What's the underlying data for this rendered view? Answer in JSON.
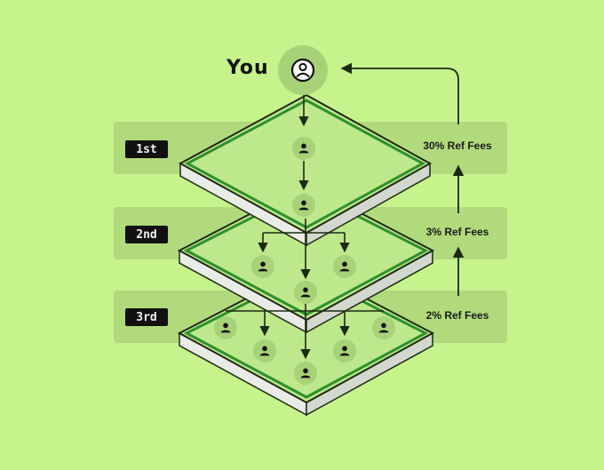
{
  "top_user": {
    "label": "You",
    "icon": "user-icon"
  },
  "tiers": [
    {
      "level": "1st",
      "fee": "30% Ref Fees"
    },
    {
      "level": "2nd",
      "fee": "3% Ref Fees"
    },
    {
      "level": "3rd",
      "fee": "2% Ref Fees"
    }
  ],
  "colors": {
    "background": "#c6f38c",
    "band": "#b1da7c",
    "plate_top": "#bde88c",
    "plate_border": "#2f8f2f",
    "avatar_bg": "#a8d277",
    "ink": "#111111"
  }
}
